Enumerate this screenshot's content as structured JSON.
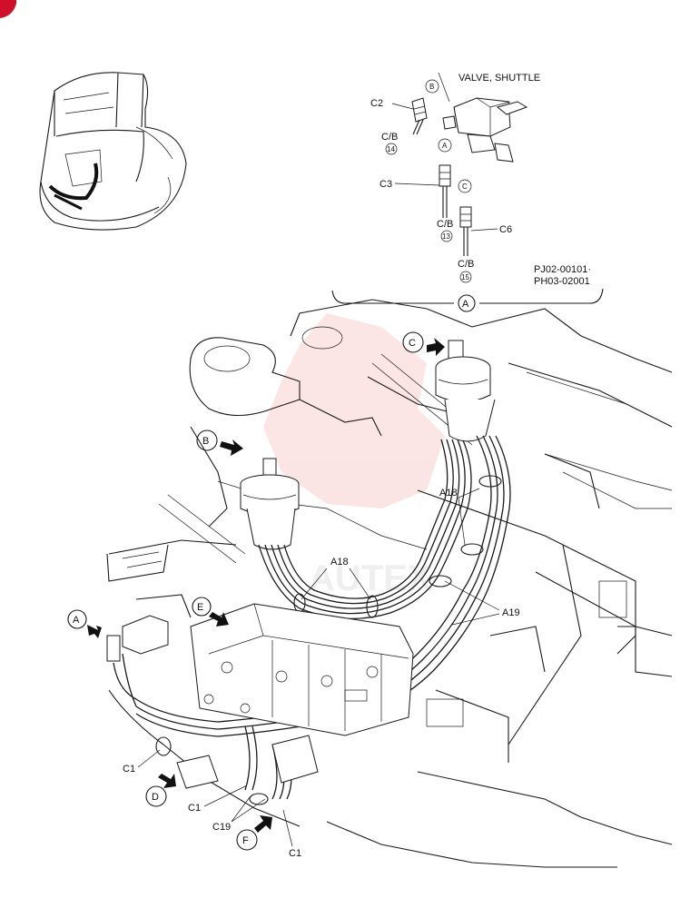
{
  "detail": {
    "valve_label": "VALVE, SHUTTLE",
    "code_line1": "PJ02-00101·",
    "code_line2": "PH03-02001",
    "callout_A": "A",
    "callout_B": "B",
    "callout_C": "C",
    "view_label": "A",
    "hoses": [
      {
        "name": "C2",
        "cb": "C/B",
        "num": "14"
      },
      {
        "name": "C3",
        "cb": "C/B",
        "num": "13"
      },
      {
        "name": "C6",
        "cb": "C/B",
        "num": "15"
      }
    ]
  },
  "main": {
    "arrow_labels": [
      "A",
      "B",
      "C",
      "D",
      "E",
      "F"
    ],
    "part_labels": {
      "a18_top": "A18",
      "a18_mid": "A18",
      "a19": "A19",
      "c1_left": "C1",
      "c1_mid": "C1",
      "c19": "C19",
      "c1_bottom": "C1"
    }
  },
  "watermark": "AUTEX"
}
